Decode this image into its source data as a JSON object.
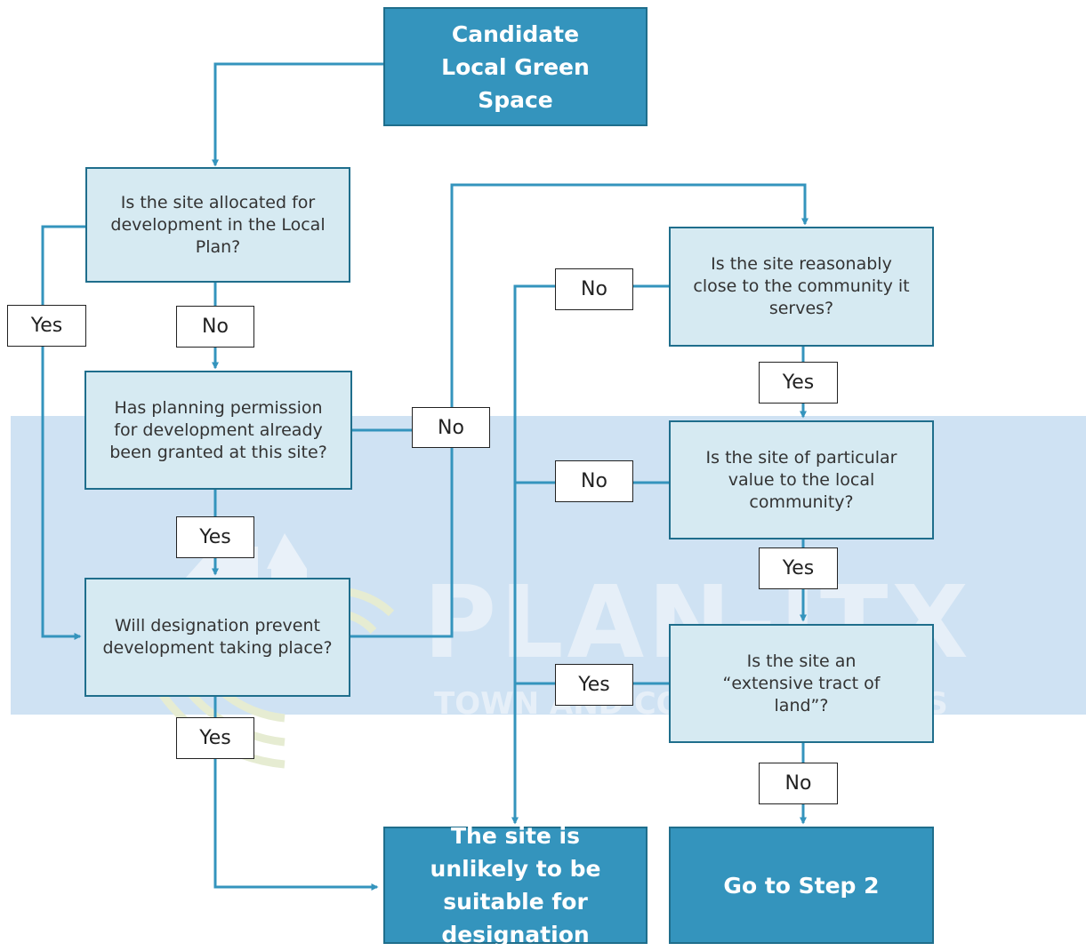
{
  "boxes": {
    "start": "Candidate Local Green Space",
    "q1": "Is the site allocated for development in the Local Plan?",
    "q2": "Has planning permission for development already been granted at this site?",
    "q3": "Will designation prevent development taking place?",
    "q4": "Is the site reasonably close to the community it serves?",
    "q5": "Is the site of particular value to the local community?",
    "q6": "Is the site an “extensive tract of land”?",
    "unlikely": "The site is unlikely to be suitable for designation",
    "step2": "Go to Step 2"
  },
  "labels": {
    "q1_yes": "Yes",
    "q1_no": "No",
    "q2_yes": "Yes",
    "q2_no": "No",
    "q3_yes": "Yes",
    "q4_no": "No",
    "q4_yes": "Yes",
    "q5_no": "No",
    "q5_yes": "Yes",
    "q6_yes": "Yes",
    "q6_no": "No"
  },
  "watermark": {
    "brand": "PLAN-ITX",
    "tagline_left": "TOWN AND COUNT",
    "tagline_right": "ES"
  },
  "colors": {
    "terminal_fill": "#3494bd",
    "question_fill": "#d6eaf2",
    "connector": "#3494bd",
    "band": "#cfe2f3"
  }
}
